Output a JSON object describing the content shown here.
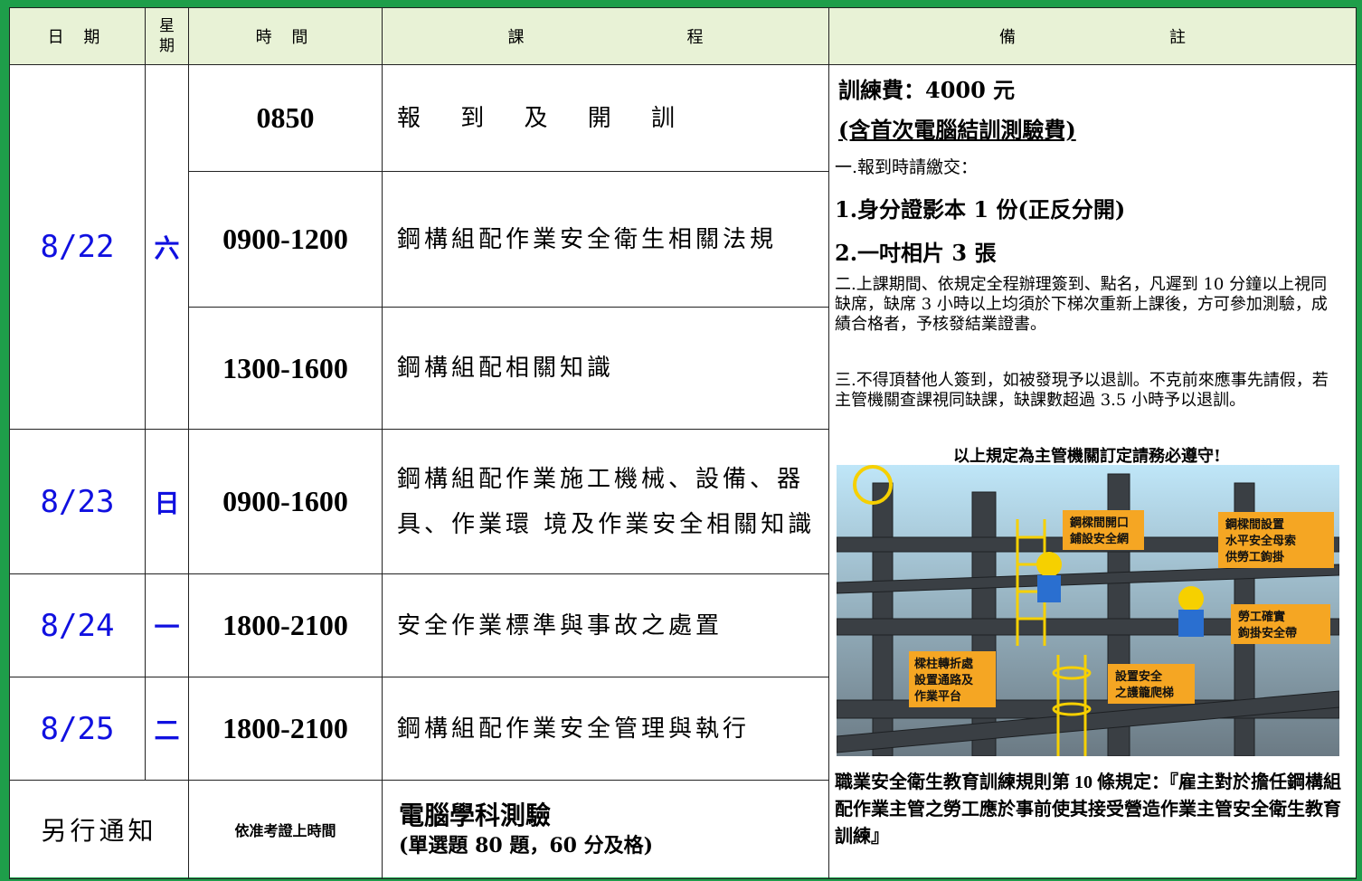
{
  "header": {
    "date": "日 期",
    "week": "星期",
    "time": "時 間",
    "course_a": "課",
    "course_b": "程",
    "note_a": "備",
    "note_b": "註"
  },
  "rows": [
    {
      "date": "8/22",
      "week": "六",
      "time": "0850",
      "course": "報 到 及 開 訓"
    },
    {
      "time": "0900-1200",
      "course": "鋼構組配作業安全衛生相關法規"
    },
    {
      "time": "1300-1600",
      "course": "鋼構組配相關知識"
    },
    {
      "date": "8/23",
      "week": "日",
      "time": "0900-1600",
      "course": "鋼構組配作業施工機械、設備、器具、作業環 境及作業安全相關知識"
    },
    {
      "date": "8/24",
      "week": "一",
      "time": "1800-2100",
      "course": "安全作業標準與事故之處置"
    },
    {
      "date": "8/25",
      "week": "二",
      "time": "1800-2100",
      "course": "鋼構組配作業安全管理與執行"
    }
  ],
  "last_row": {
    "date": "另行通知",
    "time": "依准考證上時間",
    "title": "電腦學科測驗",
    "sub": "(單選題 80 題，60 分及格)"
  },
  "notes": {
    "fee": "訓練費：4000 元",
    "fee_note": "(含首次電腦結訓測驗費)",
    "item_one": "一.報到時請繳交：",
    "doc1": "1.身分證影本 1 份(正反分開)",
    "doc2": "2.一吋相片 3 張",
    "rule2": "二.上課期間、依規定全程辦理簽到、點名，凡遲到 10 分鐘以上視同缺席，缺席 3 小時以上均須於下梯次重新上課後，方可參加測驗，成績合格者，予核發結業證書。",
    "rule3": "三.不得頂替他人簽到，如被發現予以退訓。不克前來應事先請假，若主管機關查課視同缺課，缺課數超過 3.5 小時予以退訓。",
    "strong": "以上規定為主管機關訂定請務必遵守!",
    "law": "職業安全衛生教育訓練規則第 10 條規定：『雇主對於擔任鋼構組配作業主管之勞工應於事前使其接受營造作業主管安全衛生教育訓練』"
  },
  "illustration": {
    "label1": [
      "鋼樑間開口",
      "鋪設安全網"
    ],
    "label2": [
      "鋼樑間設置",
      "水平安全母索",
      "供勞工鉤掛"
    ],
    "label3": [
      "勞工確實",
      "鉤掛安全帶"
    ],
    "label4": [
      "樑柱轉折處",
      "設置通路及",
      "作業平台"
    ],
    "label5": [
      "設置安全",
      "之護籠爬梯"
    ],
    "colors": {
      "label_bg": "#f5a623",
      "sky": "#8fd0f0",
      "steel": "#3a3f44"
    }
  }
}
